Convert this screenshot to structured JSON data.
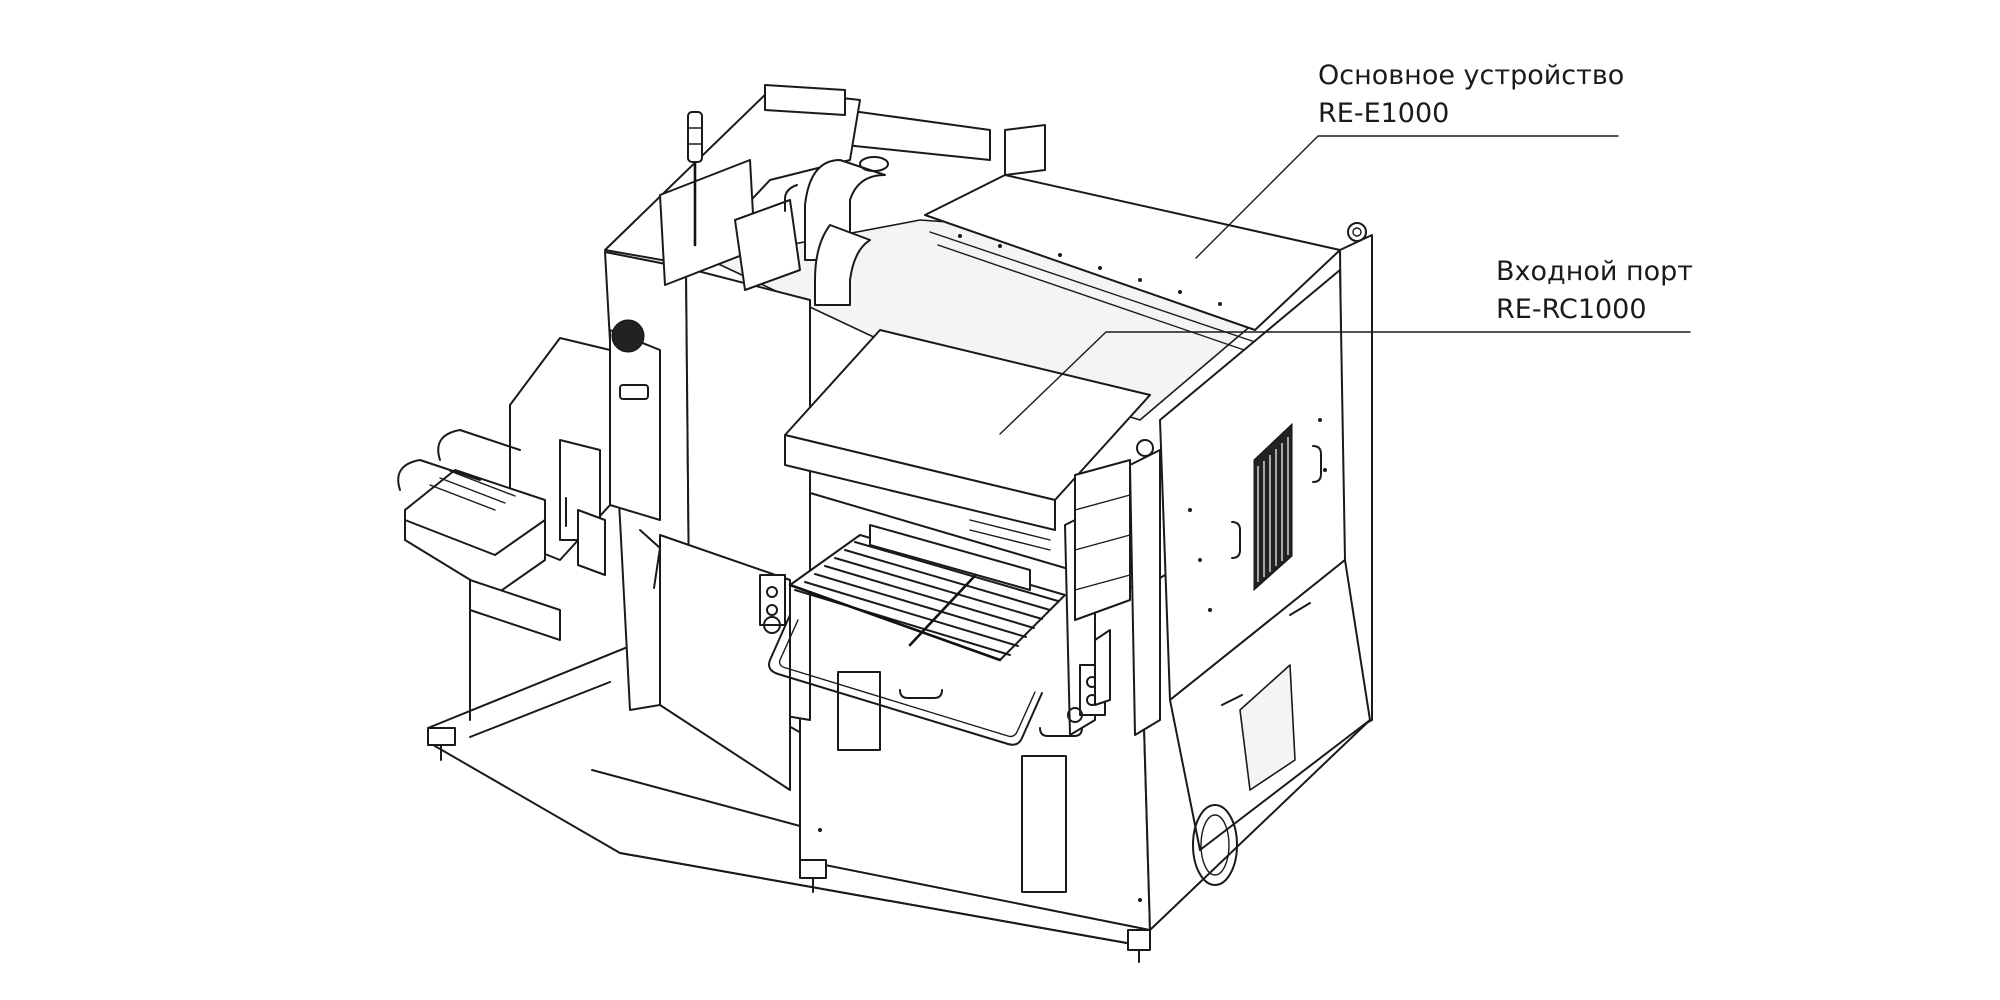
{
  "callouts": {
    "main_unit": {
      "line1": "Основное устройство",
      "line2": "RE-E1000"
    },
    "input_port": {
      "line1": "Входной порт",
      "line2": "RE-RC1000"
    }
  },
  "icons": {
    "main_unit": "machine-main-unit-drawing",
    "input_port": "input-port-drawing"
  },
  "colors": {
    "line": "#1a1a1a",
    "background": "#ffffff"
  }
}
